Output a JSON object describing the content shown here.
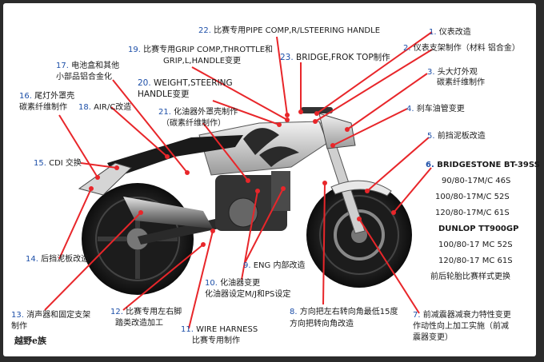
{
  "labels": [
    {
      "id": "l1",
      "num": "1.",
      "text": "仪表改造"
    },
    {
      "id": "l2",
      "num": "2.",
      "text": "仪表支架制作（材料 铝合金）"
    },
    {
      "id": "l3",
      "num": "3.",
      "text": "头大灯外观"
    },
    {
      "id": "l3b",
      "num": "",
      "text": "碳素纤维制作"
    },
    {
      "id": "l4",
      "num": "4.",
      "text": "刹车油管变更"
    },
    {
      "id": "l5",
      "num": "5.",
      "text": "前挡泥板改造"
    },
    {
      "id": "l6",
      "num": "6.",
      "text": "BRIDGESTONE BT-39SS"
    },
    {
      "id": "l6a",
      "num": "",
      "text": "90/80-17M/C 46S"
    },
    {
      "id": "l6b",
      "num": "",
      "text": "100/80-17M/C 52S"
    },
    {
      "id": "l6c",
      "num": "",
      "text": "120/80-17M/C 61S"
    },
    {
      "id": "l6d",
      "num": "",
      "text": "DUNLOP TT900GP"
    },
    {
      "id": "l6e",
      "num": "",
      "text": "100/80-17 MC 52S"
    },
    {
      "id": "l6f",
      "num": "",
      "text": "120/80-17 MC 61S"
    },
    {
      "id": "l6g",
      "num": "",
      "text": "前后轮胎比赛样式更换"
    },
    {
      "id": "l7",
      "num": "7.",
      "text": "前减震器减衰力特性变更"
    },
    {
      "id": "l7b",
      "num": "",
      "text": "作动性向上加工实施（前减"
    },
    {
      "id": "l7c",
      "num": "",
      "text": "震器变更）"
    },
    {
      "id": "l8",
      "num": "8.",
      "text": "方向把左右转向角最低15度"
    },
    {
      "id": "l8b",
      "num": "",
      "text": "方向把转向角改造"
    },
    {
      "id": "l9",
      "num": "9.",
      "text": "ENG 内部改造"
    },
    {
      "id": "l10",
      "num": "10.",
      "text": "化油器变更"
    },
    {
      "id": "l10b",
      "num": "",
      "text": "化油器设定M/J和PS设定"
    },
    {
      "id": "l11",
      "num": "11.",
      "text": "WIRE HARNESS"
    },
    {
      "id": "l11b",
      "num": "",
      "text": "比赛专用制作"
    },
    {
      "id": "l12",
      "num": "12.",
      "text": "比赛专用左右脚"
    },
    {
      "id": "l12b",
      "num": "",
      "text": "踏类改造加工"
    },
    {
      "id": "l13",
      "num": "13.",
      "text": "消声器和固定支架"
    },
    {
      "id": "l13b",
      "num": "",
      "text": "制作"
    },
    {
      "id": "l14",
      "num": "14.",
      "text": "后挡泥板改造"
    },
    {
      "id": "l15",
      "num": "15.",
      "text": "CDI 交换"
    },
    {
      "id": "l16",
      "num": "16.",
      "text": "尾灯外罩壳"
    },
    {
      "id": "l16b",
      "num": "",
      "text": "碳素纤维制作"
    },
    {
      "id": "l17",
      "num": "17.",
      "text": "电池盒和其他"
    },
    {
      "id": "l17b",
      "num": "",
      "text": "小部品铝合金化"
    },
    {
      "id": "l18",
      "num": "18.",
      "text": "AIR/C改造"
    },
    {
      "id": "l19",
      "num": "19.",
      "text": "比赛专用GRIP COMP,THROTTLE和"
    },
    {
      "id": "l19b",
      "num": "",
      "text": "GRIP,L,HANDLE变更"
    },
    {
      "id": "l20",
      "num": "20.",
      "text": "WEIGHT,STEERING"
    },
    {
      "id": "l20b",
      "num": "",
      "text": "HANDLE变更"
    },
    {
      "id": "l21",
      "num": "21.",
      "text": "化油器外罩壳制作"
    },
    {
      "id": "l21b",
      "num": "",
      "text": "（碳素纤维制作）"
    },
    {
      "id": "l22",
      "num": "22.",
      "text": "比赛专用PIPE COMP,R/LSTEERING HANDLE"
    },
    {
      "id": "l23",
      "num": "23.",
      "text": "BRIDGE,FROK TOP制作"
    }
  ],
  "watermark": "越野e族",
  "colors": {
    "leader": "#e8262a",
    "number": "#1d4fa8",
    "frame": "#2b2b2b"
  }
}
